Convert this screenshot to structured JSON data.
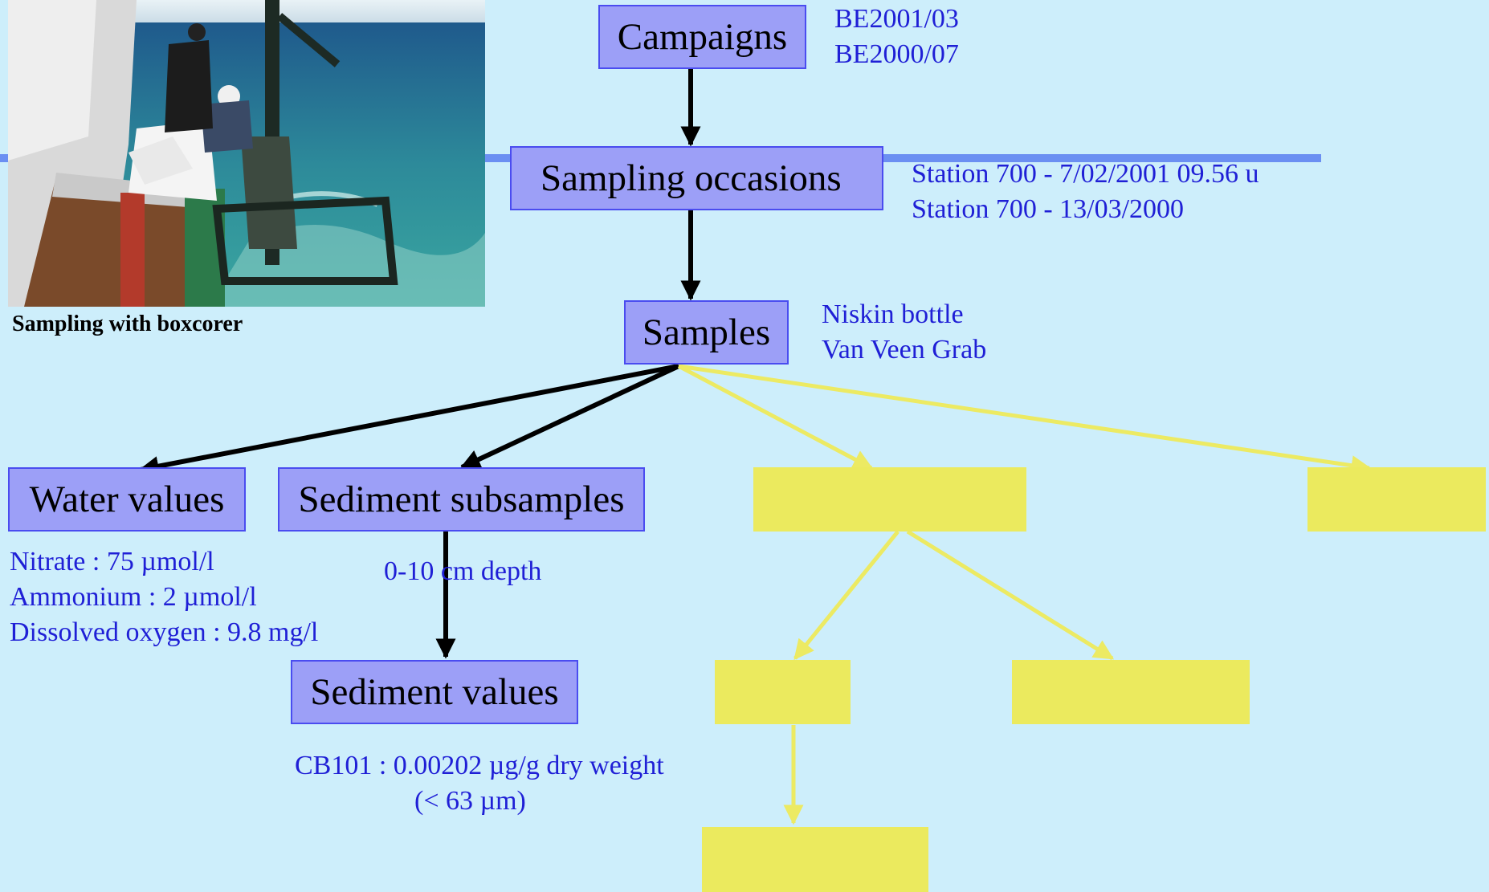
{
  "photo": {
    "caption": "Sampling with boxcorer"
  },
  "boxes": {
    "campaigns": "Campaigns",
    "sampling_occasions": "Sampling occasions",
    "samples": "Samples",
    "water_values": "Water values",
    "sediment_subsamples": "Sediment subsamples",
    "sediment_values": "Sediment values"
  },
  "notes": {
    "campaigns": [
      "BE2001/03",
      "BE2000/07"
    ],
    "sampling_occasions": [
      "Station 700 - 7/02/2001 09.56 u",
      "Station 700 - 13/03/2000"
    ],
    "samples": [
      "Niskin bottle",
      "Van Veen Grab"
    ],
    "water_values": [
      "Nitrate : 75 µmol/l",
      "Ammonium : 2 µmol/l",
      "Dissolved oxygen : 9.8  mg/l"
    ],
    "subsample_depth": "0-10 cm depth",
    "sediment_values": [
      "CB101  : 0.00202 µg/g dry weight",
      "(< 63 µm)"
    ]
  },
  "colors": {
    "background": "#cdeefb",
    "box_fill": "#9c9ff7",
    "box_border": "#4a4cf0",
    "note_text": "#1f1fd6",
    "placeholder_fill": "#ebea5e",
    "black_arrow": "#000000",
    "yellow_arrow": "#ecea63"
  }
}
